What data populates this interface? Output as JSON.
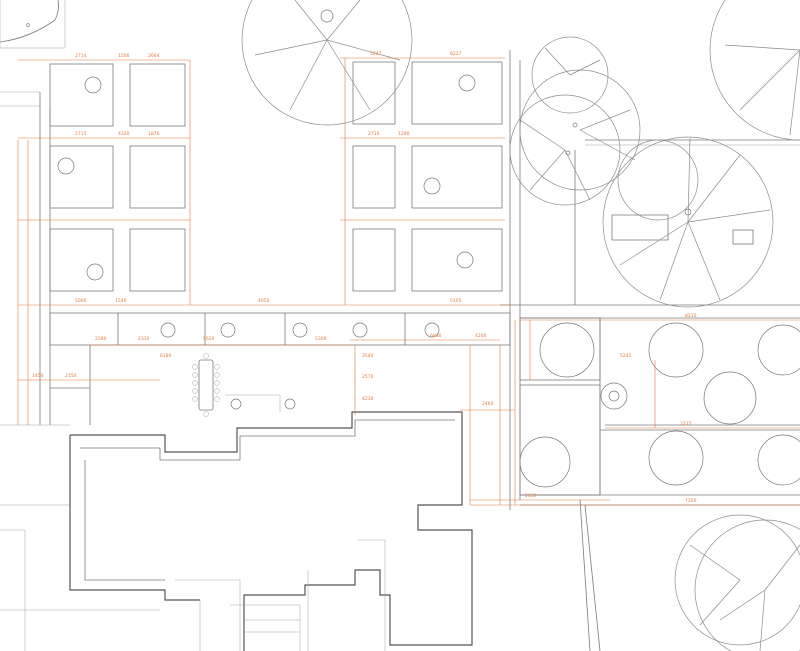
{
  "title": "",
  "colors": {
    "linework": "#7b7b7b",
    "building": "#555555",
    "dimension": "#e07a3a",
    "background": "#ffffff"
  },
  "dimension_labels": [
    "2714",
    "1500",
    "2664",
    "2715",
    "4320",
    "1870",
    "8227",
    "5247",
    "1290",
    "2710",
    "1540",
    "4050",
    "5000",
    "5105",
    "2280",
    "2310",
    "5620",
    "5300",
    "6830",
    "4200",
    "8210",
    "5245",
    "2215",
    "2150",
    "1450",
    "2650",
    "7350",
    "3540",
    "2570",
    "4230",
    "2460",
    "6180"
  ]
}
